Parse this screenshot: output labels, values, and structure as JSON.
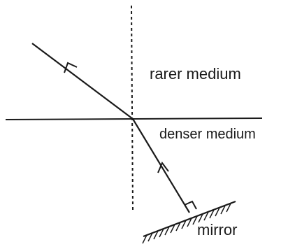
{
  "labels": {
    "rarer": "rarer medium",
    "denser": "denser medium",
    "mirror": "mirror"
  },
  "colors": {
    "ink": "#1a1a1a",
    "background": "#ffffff"
  }
}
